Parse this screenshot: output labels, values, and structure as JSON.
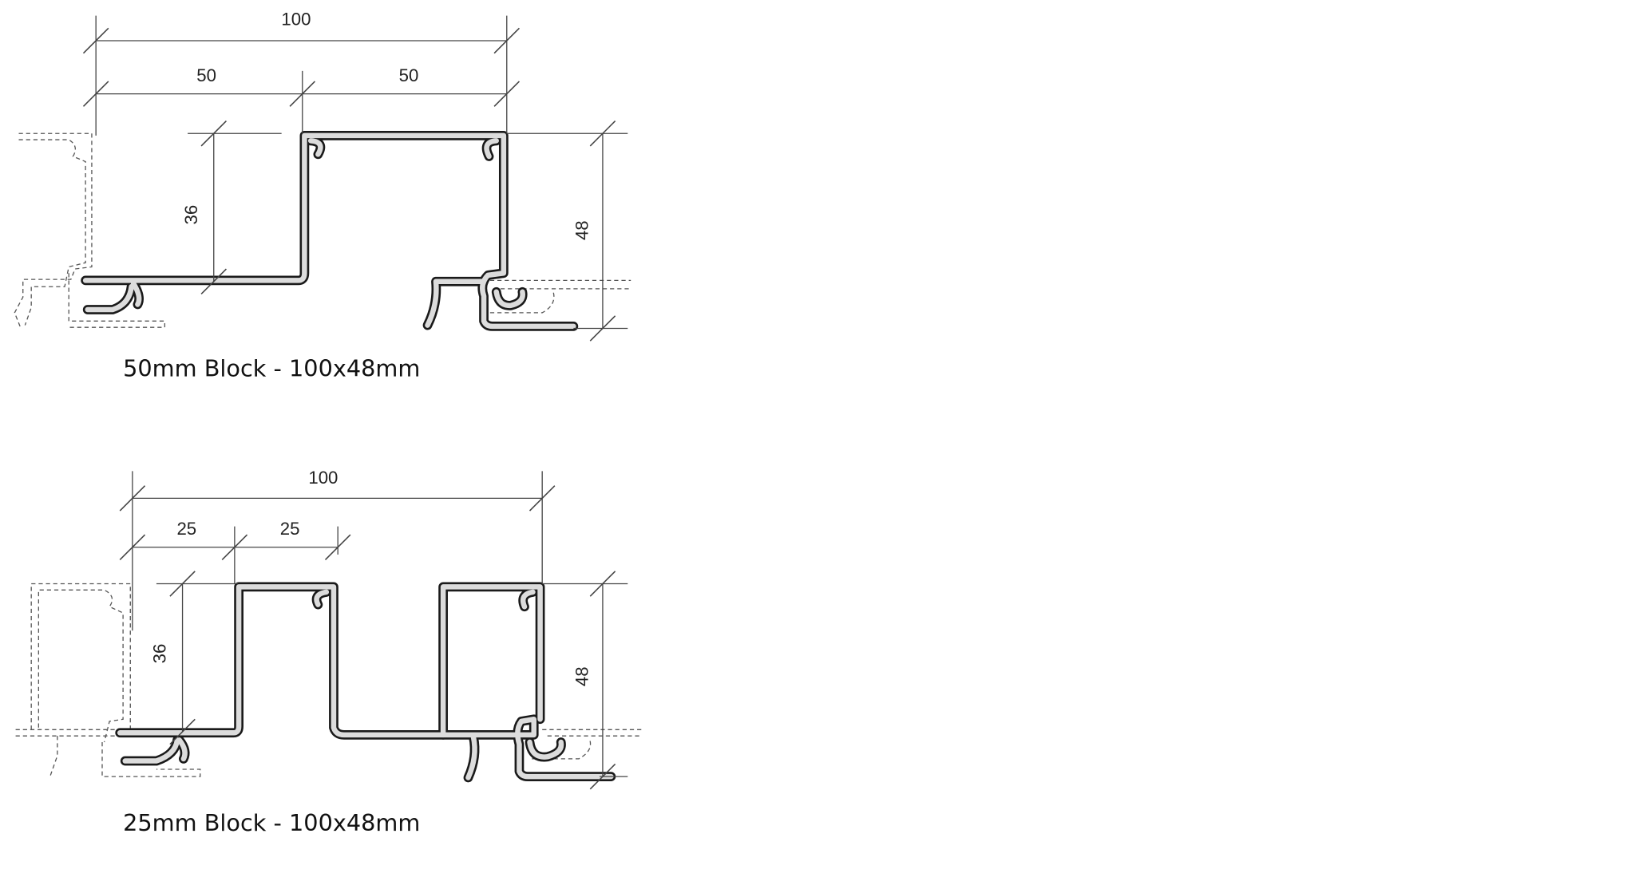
{
  "diagrams": [
    {
      "caption": "50mm Block - 100x48mm",
      "dimensions": {
        "overall_width": "100",
        "segment_1": "50",
        "segment_2": "50",
        "step_height": "36",
        "overall_height": "48"
      }
    },
    {
      "caption": "25mm Block - 100x48mm",
      "dimensions": {
        "overall_width": "100",
        "segment_1": "25",
        "segment_2": "25",
        "step_height": "36",
        "overall_height": "48"
      }
    }
  ],
  "colors": {
    "profile_fill": "#dcdcdc",
    "profile_outline": "#1a1a1a",
    "dimension_lines": "#444444"
  }
}
